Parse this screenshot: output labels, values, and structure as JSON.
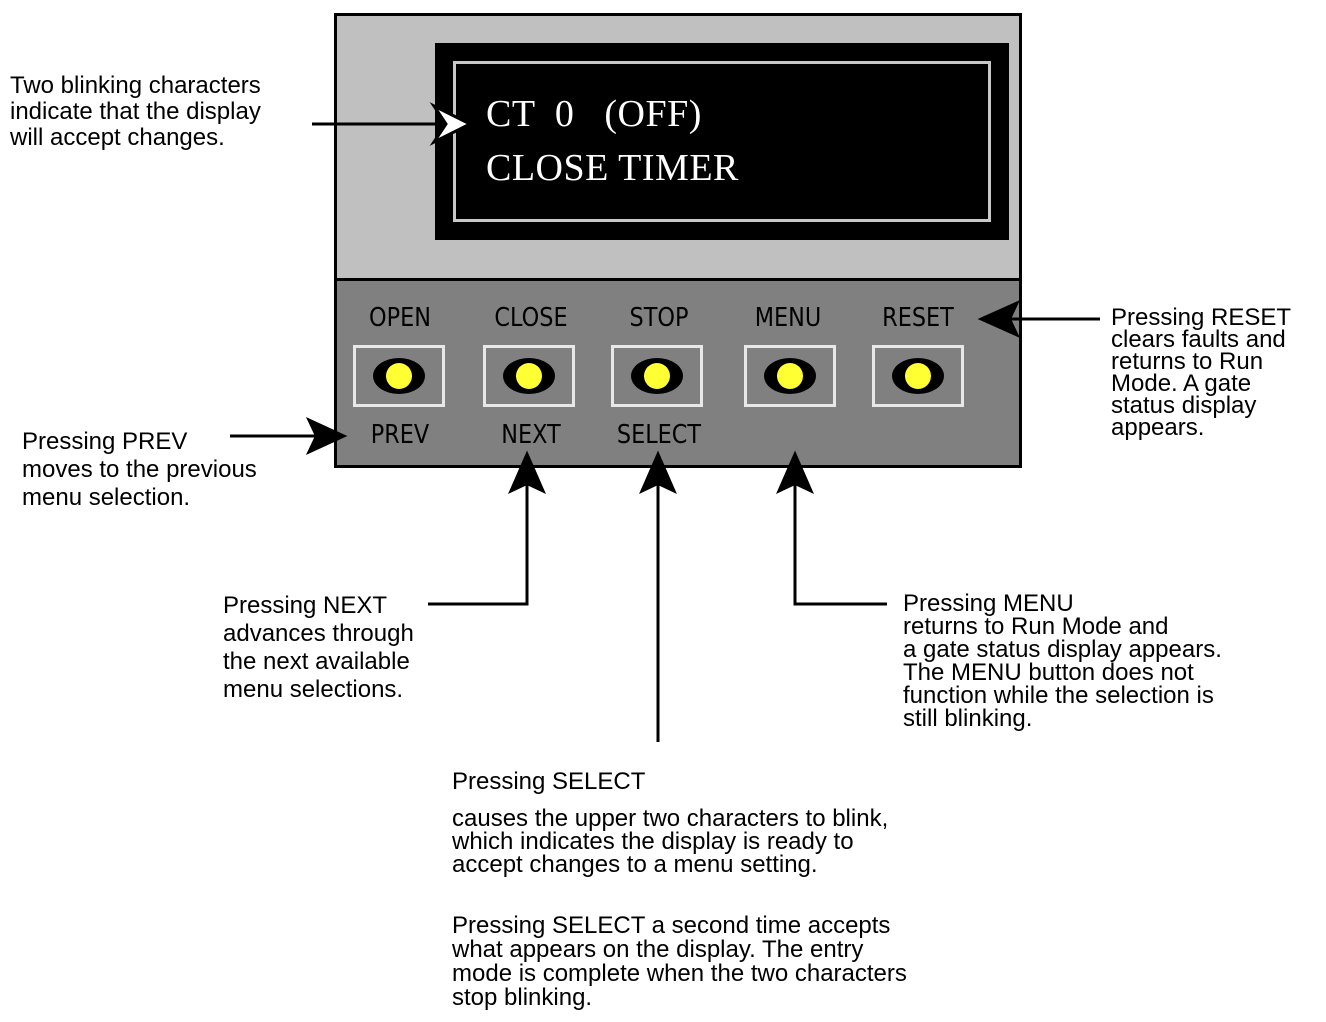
{
  "display": {
    "line1": "CT  0   (OFF)",
    "line2": "CLOSE TIMER"
  },
  "buttons": [
    {
      "top_label": "OPEN",
      "bottom_label": "PREV"
    },
    {
      "top_label": "CLOSE",
      "bottom_label": "NEXT"
    },
    {
      "top_label": "STOP",
      "bottom_label": "SELECT"
    },
    {
      "top_label": "MENU",
      "bottom_label": ""
    },
    {
      "top_label": "RESET",
      "bottom_label": ""
    }
  ],
  "callouts": {
    "blinking": "Two blinking characters\nindicate that the display\nwill accept changes.",
    "reset": "Pressing RESET\nclears faults and\nreturns to Run\nMode. A gate\nstatus display\nappears.",
    "prev": "Pressing PREV\nmoves to the previous\nmenu selection.",
    "next": "Pressing NEXT\nadvances through\nthe next available\nmenu selections.",
    "menu": "Pressing MENU\nreturns to Run Mode and\na gate status display appears.\nThe MENU button does not\nfunction while the selection is\nstill blinking.",
    "select_title": "Pressing SELECT",
    "select_1": "causes the upper two characters to blink,\nwhich indicates the display is ready to\naccept changes to a menu setting.",
    "select_2": "Pressing SELECT a second time accepts\nwhat appears on the display. The entry\nmode is complete when the two characters\nstop blinking."
  },
  "colors": {
    "panel_top": "#c0c0c0",
    "panel_bottom": "#808080",
    "lcd": "#000000",
    "button_dot": "#ffff33"
  }
}
